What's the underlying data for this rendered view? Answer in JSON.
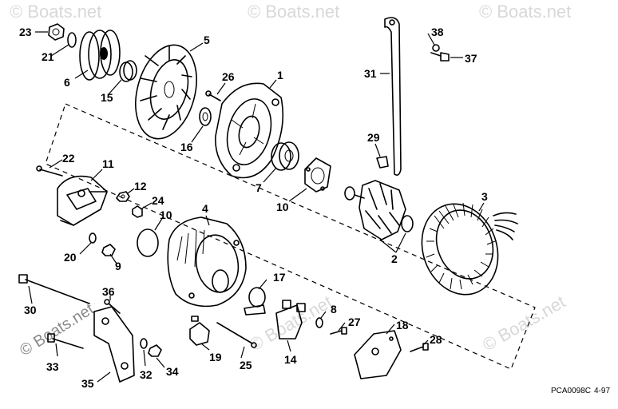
{
  "watermark_text": "© Boats.net",
  "footer": {
    "diagram_code": "PCA0098C",
    "date_code": "4-97"
  },
  "callouts": {
    "c1": "1",
    "c2": "2",
    "c3": "3",
    "c4": "4",
    "c5": "5",
    "c6": "6",
    "c7": "7",
    "c8": "8",
    "c9": "9",
    "c10a": "10",
    "c10b": "10",
    "c11": "11",
    "c12": "12",
    "c14": "14",
    "c15": "15",
    "c16": "16",
    "c17": "17",
    "c18": "18",
    "c19": "19",
    "c20": "20",
    "c21": "21",
    "c22": "22",
    "c23": "23",
    "c24": "24",
    "c25": "25",
    "c26": "26",
    "c27": "27",
    "c28": "28",
    "c29": "29",
    "c30": "30",
    "c31": "31",
    "c32": "32",
    "c33": "33",
    "c34": "34",
    "c35": "35",
    "c36": "36",
    "c37": "37",
    "c38": "38"
  }
}
